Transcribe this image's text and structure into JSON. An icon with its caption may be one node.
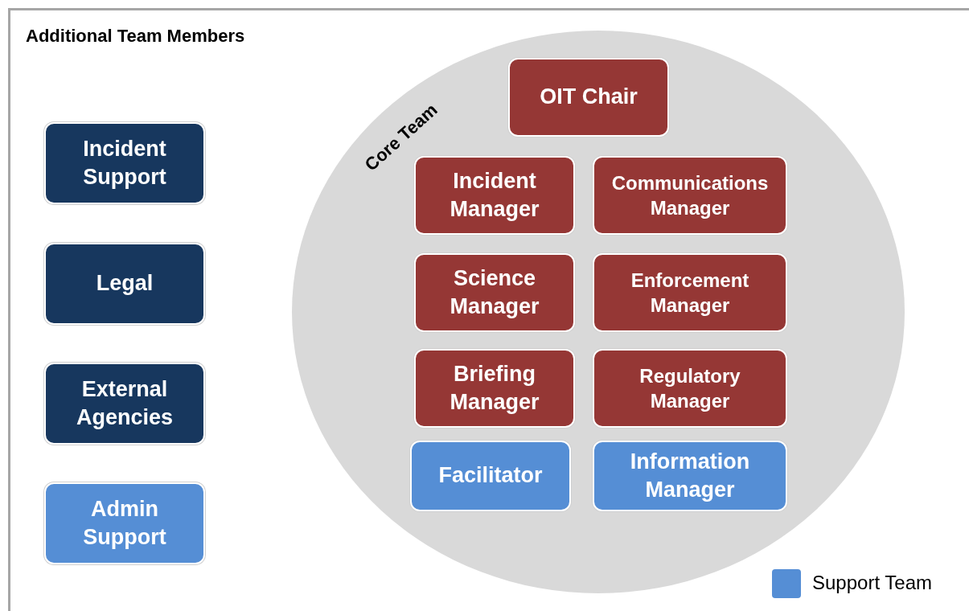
{
  "diagram": {
    "title": "Additional Team Members",
    "nodes": [
      {
        "text": [
          "Incident Support"
        ]
      },
      {
        "text": [
          "Legal"
        ]
      },
      {
        "text": [
          "External Agencies"
        ]
      },
      {
        "text": [
          "Admin Support"
        ]
      },
      {
        "text": [
          "Core Team"
        ]
      },
      {
        "text": [
          "OIT Chair"
        ],
        "in": 4
      },
      {
        "text": [
          "Incident Manager"
        ],
        "in": 4
      },
      {
        "text": [
          "Communications Manager"
        ],
        "in": 4
      },
      {
        "text": [
          "Science Manager"
        ],
        "in": 4
      },
      {
        "text": [
          "Enforcement Manager"
        ],
        "in": 4
      },
      {
        "text": [
          "Briefing Manager"
        ],
        "in": 4
      },
      {
        "text": [
          "Regulatory Manager"
        ],
        "in": 4
      },
      {
        "text": [
          "Facilitator"
        ],
        "in": 4
      },
      {
        "text": [
          "Information Manager"
        ],
        "in": 4
      }
    ],
    "legend": [
      {
        "text": "Support Team",
        "color": "#558ed5"
      }
    ]
  }
}
